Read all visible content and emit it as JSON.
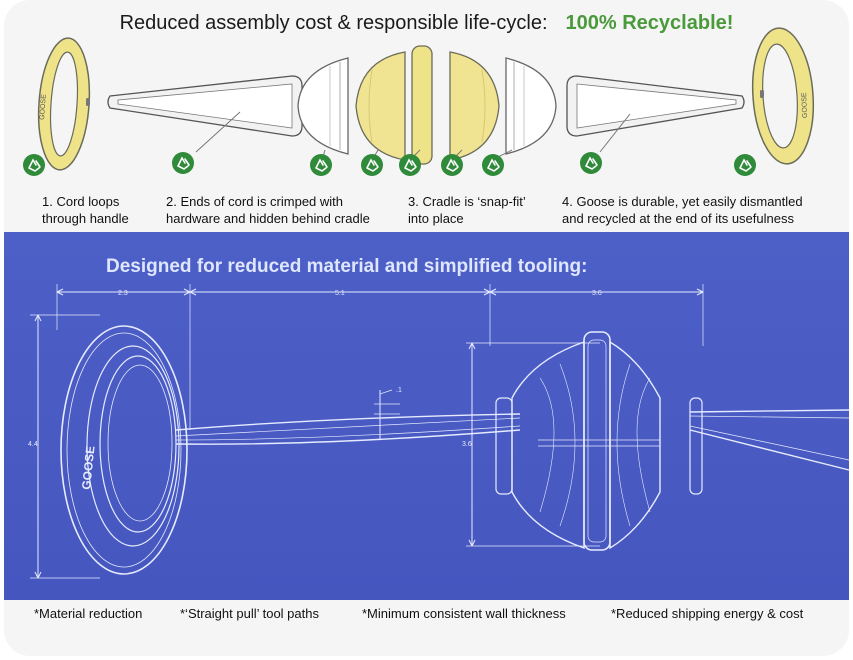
{
  "header": {
    "title": "Reduced assembly cost & responsible life-cycle:",
    "highlight": "100% Recyclable!",
    "highlight_color": "#4a9a3c"
  },
  "product": {
    "logo_text": "GOOSE"
  },
  "steps": [
    {
      "line1": "1. Cord loops",
      "line2": "through handle"
    },
    {
      "line1": "2. Ends of cord is crimped with",
      "line2": "hardware and hidden behind cradle"
    },
    {
      "line1": "3. Cradle is ‘snap-fit’",
      "line2": "into place"
    },
    {
      "line1": "4. Goose is durable, yet easily dismantled",
      "line2": "and recycled at the end of its usefulness"
    }
  ],
  "blueprint": {
    "title": "Designed for reduced material and simplified tooling:",
    "dimensions": {
      "handle_width": "2.3",
      "cord_length": "5.1",
      "cradle_width": "3.6",
      "handle_height": "4.4",
      "cradle_height": "3.6",
      "cord_thickness": ".1"
    },
    "background_color": "#4b5dc4"
  },
  "footnotes": [
    "*Material reduction",
    "*‘Straight pull’ tool paths",
    "*Minimum consistent wall thickness",
    "*Reduced shipping energy & cost"
  ],
  "icons": {
    "recycle": "recycle-icon"
  }
}
